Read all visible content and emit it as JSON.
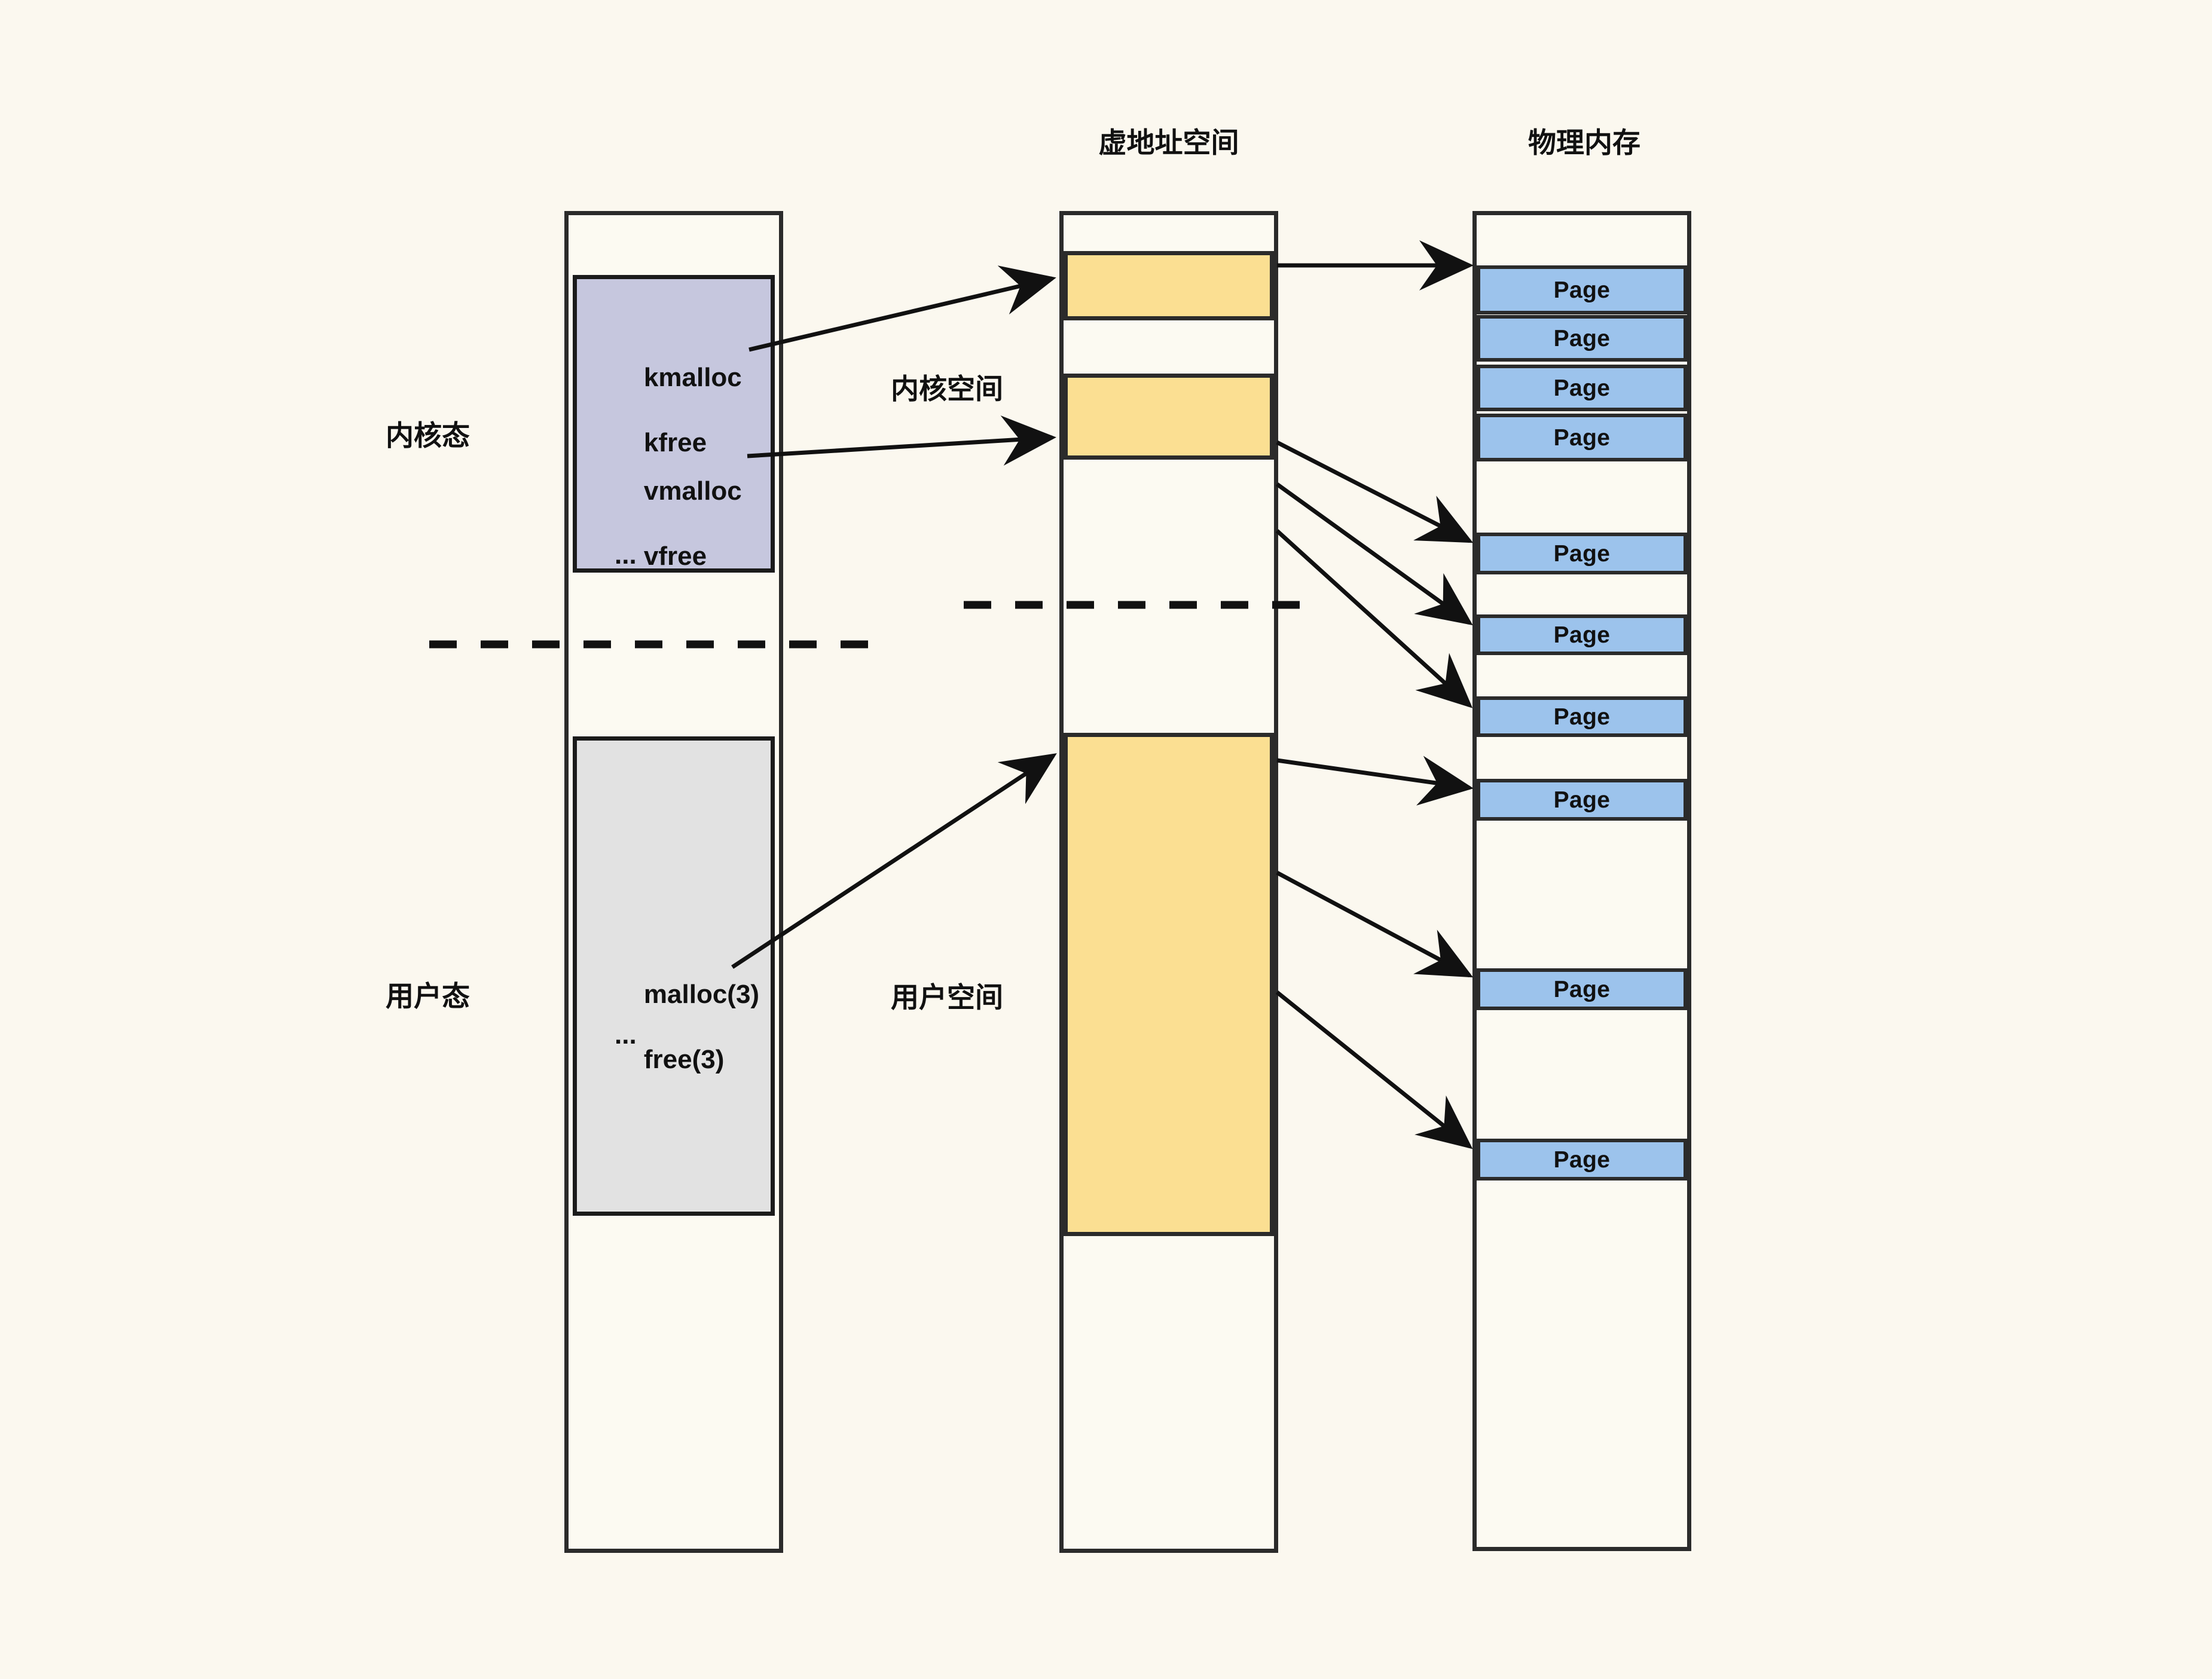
{
  "diagram": {
    "title_labels": {
      "virtual_address_space": "虚地址空间",
      "physical_memory": "物理内存"
    },
    "side_labels": {
      "kernel_mode": "内核态",
      "user_mode": "用户态",
      "kernel_space": "内核空间",
      "user_space": "用户空间"
    },
    "colors": {
      "background": "#fbf8ef",
      "column_fill": "#fcfaf2",
      "kernel_api_fill": "#c6c7de",
      "user_api_fill": "#e2e2e2",
      "virtual_region_fill": "#fbdf92",
      "page_fill": "#9cc3ec",
      "stroke": "#2b2b2b"
    },
    "api_column": {
      "kernel_block": {
        "lines": [
          "kmalloc",
          "kfree"
        ],
        "lines2": [
          "vmalloc",
          "vfree"
        ],
        "ellipsis": "..."
      },
      "user_block": {
        "lines": [
          "malloc(3)",
          "free(3)"
        ],
        "ellipsis": "..."
      }
    },
    "virtual_column": {
      "regions": [
        {
          "name": "kmalloc-region",
          "kind": "virtual_region"
        },
        {
          "name": "vmalloc-region",
          "kind": "virtual_region"
        },
        {
          "name": "user-heap-region",
          "kind": "virtual_region"
        }
      ]
    },
    "physical_column": {
      "page_label": "Page",
      "page_count": 10,
      "pages": [
        {
          "index": 1,
          "label": "Page",
          "group": "kmalloc-contiguous"
        },
        {
          "index": 2,
          "label": "Page",
          "group": "kmalloc-contiguous"
        },
        {
          "index": 3,
          "label": "Page",
          "group": "kmalloc-contiguous"
        },
        {
          "index": 4,
          "label": "Page",
          "group": "kmalloc-contiguous"
        },
        {
          "index": 5,
          "label": "Page",
          "group": "vmalloc-scattered"
        },
        {
          "index": 6,
          "label": "Page",
          "group": "vmalloc-scattered"
        },
        {
          "index": 7,
          "label": "Page",
          "group": "vmalloc-scattered"
        },
        {
          "index": 8,
          "label": "Page",
          "group": "user-scattered"
        },
        {
          "index": 9,
          "label": "Page",
          "group": "user-scattered"
        },
        {
          "index": 10,
          "label": "Page",
          "group": "user-scattered"
        }
      ]
    }
  }
}
